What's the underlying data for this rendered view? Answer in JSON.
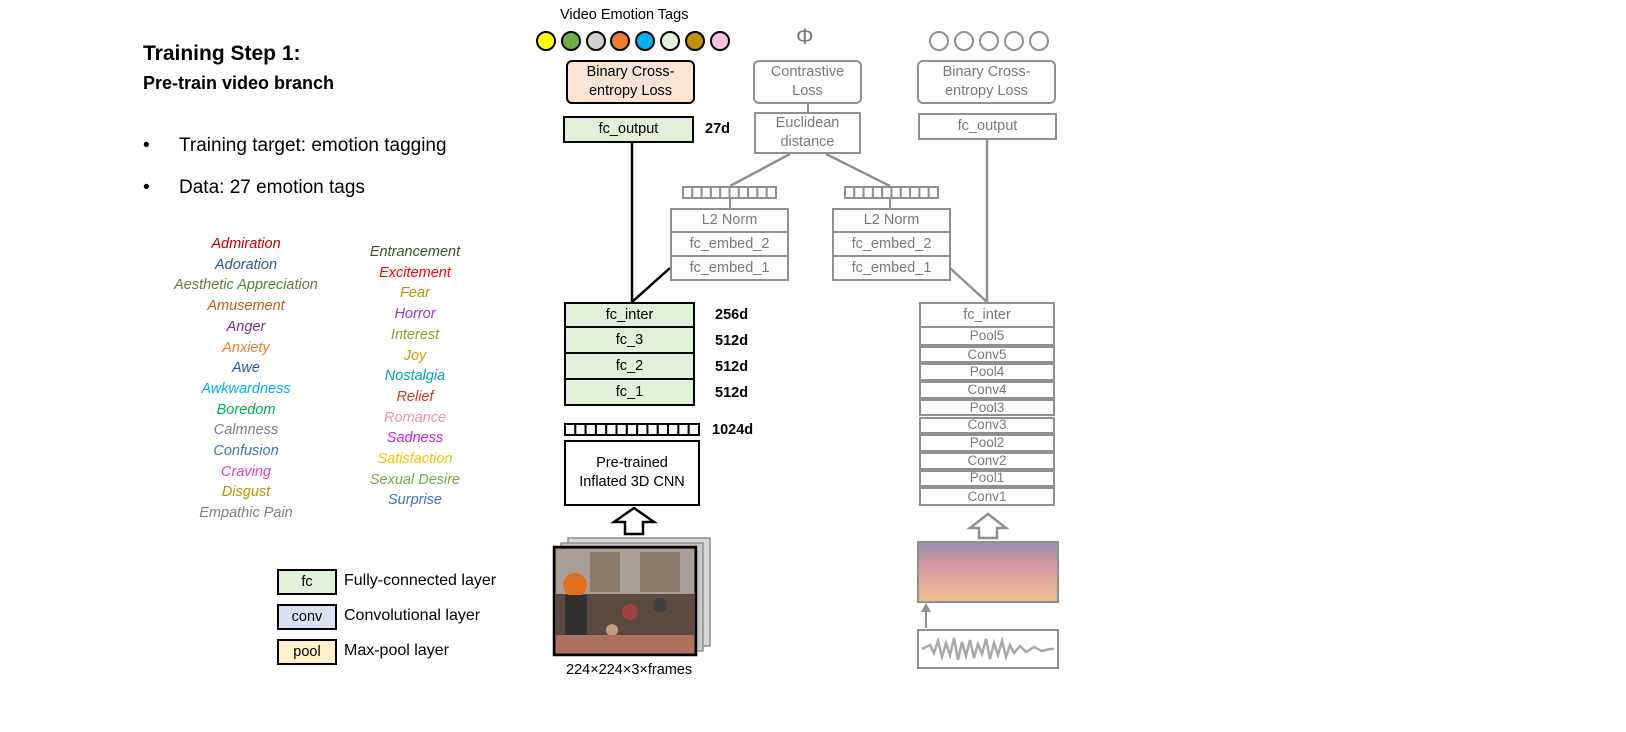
{
  "heading": {
    "title": "Training Step 1:",
    "subtitle": "Pre-train video branch"
  },
  "bullets": [
    "Training target: emotion tagging",
    "Data: 27 emotion tags"
  ],
  "emotions_col1": [
    {
      "name": "Admiration",
      "color": "#c00000"
    },
    {
      "name": "Adoration",
      "color": "#2f5597"
    },
    {
      "name": "Aesthetic Appreciation",
      "color": "#548235"
    },
    {
      "name": "Amusement",
      "color": "#c55a11"
    },
    {
      "name": "Anger",
      "color": "#7030a0"
    },
    {
      "name": "Anxiety",
      "color": "#ed7d31"
    },
    {
      "name": "Awe",
      "color": "#2f5597"
    },
    {
      "name": "Awkwardness",
      "color": "#00b0f0"
    },
    {
      "name": "Boredom",
      "color": "#00b050"
    },
    {
      "name": "Calmness",
      "color": "#808080"
    },
    {
      "name": "Confusion",
      "color": "#4472c4"
    },
    {
      "name": "Craving",
      "color": "#e040d0"
    },
    {
      "name": "Disgust",
      "color": "#bf9000"
    },
    {
      "name": "Empathic Pain",
      "color": "#808080"
    }
  ],
  "emotions_col2": [
    {
      "name": "Entrancement",
      "color": "#375623"
    },
    {
      "name": "Excitement",
      "color": "#ff0000"
    },
    {
      "name": "Fear",
      "color": "#bf9000"
    },
    {
      "name": "Horror",
      "color": "#9933cc"
    },
    {
      "name": "Interest",
      "color": "#8aa020"
    },
    {
      "name": "Joy",
      "color": "#c9a000"
    },
    {
      "name": "Nostalgia",
      "color": "#00a0c0"
    },
    {
      "name": "Relief",
      "color": "#c43e1c"
    },
    {
      "name": "Romance",
      "color": "#f090b0"
    },
    {
      "name": "Sadness",
      "color": "#d020d0"
    },
    {
      "name": "Satisfaction",
      "color": "#ffc000"
    },
    {
      "name": "Sexual Desire",
      "color": "#70ad47"
    },
    {
      "name": "Surprise",
      "color": "#4472c4"
    }
  ],
  "legend": [
    {
      "abbr": "fc",
      "label": "Fully-connected layer",
      "fill": "#e2efd9"
    },
    {
      "abbr": "conv",
      "label": "Convolutional layer",
      "fill": "#d9e1f2"
    },
    {
      "abbr": "pool",
      "label": "Max-pool layer",
      "fill": "#fff2cc"
    }
  ],
  "video_branch": {
    "tags_title": "Video Emotion Tags",
    "tag_colors": [
      "#ffff00",
      "#70ad47",
      "#d0d0d0",
      "#ed7d31",
      "#00b0f0",
      "#e2efd9",
      "#bf9000",
      "#f4c2e0"
    ],
    "loss": "Binary Cross-entropy Loss",
    "fc_output": "fc_output",
    "fc_output_dim": "27d",
    "fc_inter": "fc_inter",
    "fc_inter_dim": "256d",
    "fc_3": "fc_3",
    "fc_3_dim": "512d",
    "fc_2": "fc_2",
    "fc_2_dim": "512d",
    "fc_1": "fc_1",
    "fc_1_dim": "512d",
    "feature_dim": "1024d",
    "cnn": "Pre-trained Inflated 3D CNN",
    "input_label": "224×224×3×frames"
  },
  "middle": {
    "symbol": "Φ",
    "contrastive_loss": "Contrastive Loss",
    "euclidean": "Euclidean distance",
    "left_stack": [
      "L2 Norm",
      "fc_embed_2",
      "fc_embed_1"
    ],
    "right_stack": [
      "L2 Norm",
      "fc_embed_2",
      "fc_embed_1"
    ]
  },
  "audio_branch": {
    "loss": "Binary Cross-entropy Loss",
    "fc_output": "fc_output",
    "fc_inter": "fc_inter",
    "layers": [
      "Pool5",
      "Conv5",
      "Pool4",
      "Conv4",
      "Pool3",
      "Conv3",
      "Pool2",
      "Conv2",
      "Pool1",
      "Conv1"
    ]
  }
}
